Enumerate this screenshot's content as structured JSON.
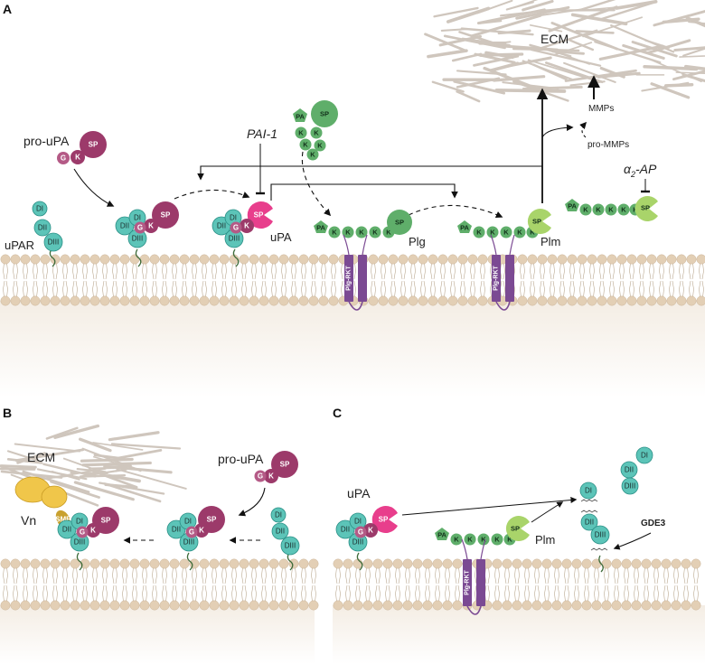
{
  "panels": {
    "a": "A",
    "b": "B",
    "c": "C"
  },
  "labels": {
    "ecm": "ECM",
    "mmps": "MMPs",
    "pro_mmps": "pro-MMPs",
    "pai1": "PAI-1",
    "a2ap_main": "α",
    "a2ap_sub": "2",
    "a2ap_tail": "-AP",
    "pro_upa": "pro-uPA",
    "upar": "uPAR",
    "upa": "uPA",
    "plg": "Plg",
    "plm": "Plm",
    "vn": "Vn",
    "gde3": "GDE3",
    "plg_rkt": "Plg-RKT"
  },
  "domains": {
    "di": "DI",
    "dii": "DII",
    "diii": "DIII",
    "sp": "SP",
    "k": "K",
    "g": "G",
    "pa": "PA",
    "smb": "SMB"
  },
  "colors": {
    "teal": "#5cc4b8",
    "teal_dark": "#2a8f86",
    "maroon": "#9c3a6a",
    "magenta": "#e83e8c",
    "green": "#5fae6a",
    "green_dark": "#3e8a4c",
    "lime": "#a9d46a",
    "purple": "#7b4a93",
    "lipid": "#e3cfb5",
    "ecm": "#cfc6bd",
    "vn": "#f0c64a"
  }
}
